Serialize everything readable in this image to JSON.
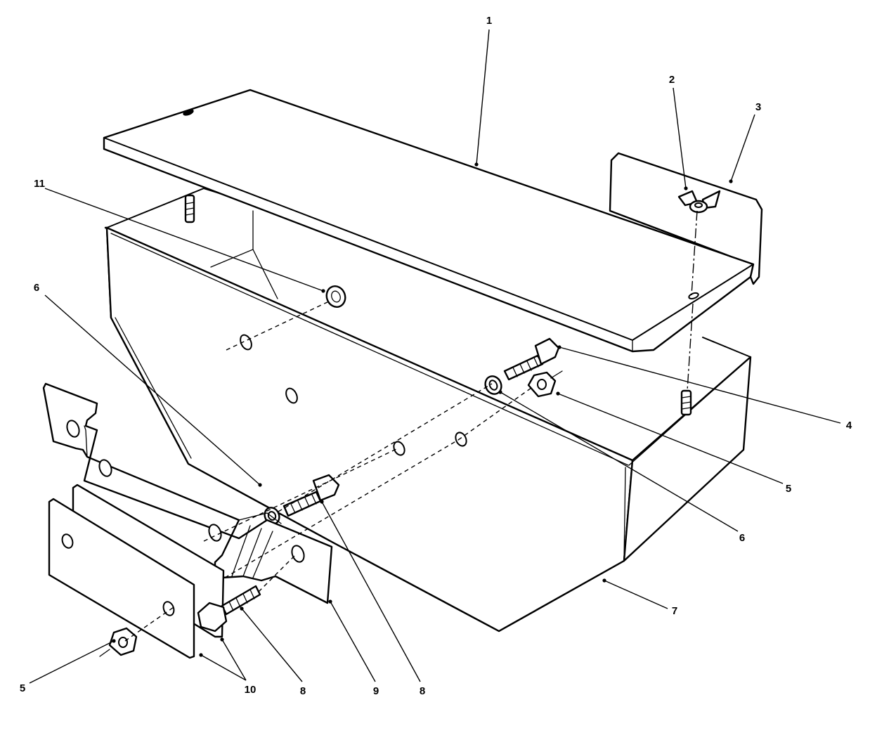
{
  "callouts": {
    "c1": "1",
    "c2": "2",
    "c3": "3",
    "c4": "4",
    "c5a": "5",
    "c5b": "5",
    "c6a": "6",
    "c6b": "6",
    "c7": "7",
    "c8a": "8",
    "c8b": "8",
    "c9": "9",
    "c10": "10",
    "c11": "11"
  }
}
